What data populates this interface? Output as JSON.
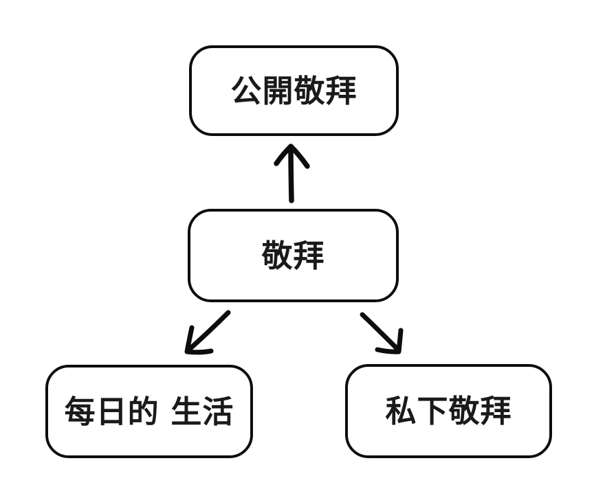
{
  "diagram": {
    "title": "worship-flowchart",
    "colors": {
      "background": "#ffffff",
      "stroke": "#0d0d0d",
      "text": "#1a1a1a",
      "node_fill": "#ffffff"
    },
    "nodes": [
      {
        "id": "public-worship",
        "label": "公開敬拜",
        "position": "top"
      },
      {
        "id": "worship",
        "label": "敬拜",
        "position": "center"
      },
      {
        "id": "daily-life",
        "label": "每日的 生活",
        "position": "bottom-left"
      },
      {
        "id": "private-worship",
        "label": "私下敬拜",
        "position": "bottom-right"
      }
    ],
    "edges": [
      {
        "from": "worship",
        "to": "public-worship",
        "direction": "up"
      },
      {
        "from": "worship",
        "to": "daily-life",
        "direction": "down-left"
      },
      {
        "from": "worship",
        "to": "private-worship",
        "direction": "down-right"
      }
    ]
  }
}
